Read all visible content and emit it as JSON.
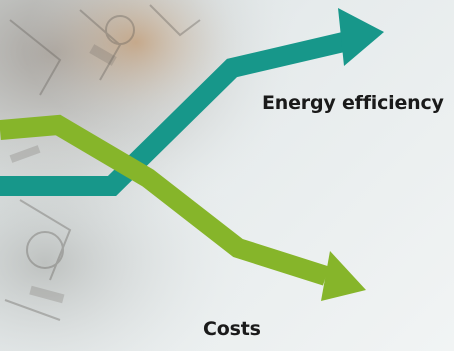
{
  "labels": {
    "energy": "Energy efficiency",
    "costs": "Costs"
  },
  "colors": {
    "energy_arrow": "#17978a",
    "costs_arrow": "#86b52a",
    "background": "#e6ebec",
    "text": "#1a1a1a"
  },
  "trends": {
    "energy_direction": "up",
    "costs_direction": "down"
  }
}
